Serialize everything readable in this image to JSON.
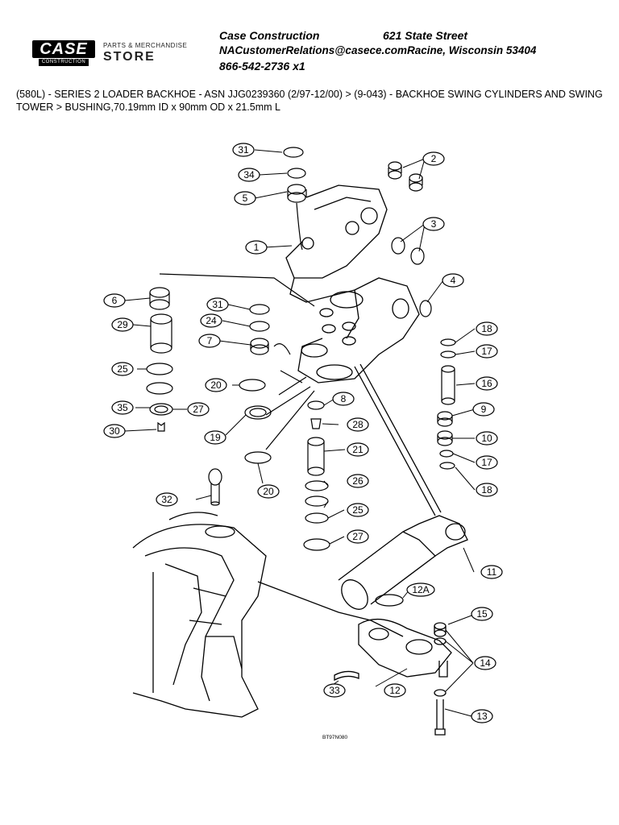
{
  "header": {
    "company": "Case Construction",
    "street": "621 State Street",
    "email_city": "NACustomerRelations@casece.comRacine, Wisconsin 53404",
    "phone": "866-542-2736 x1"
  },
  "logo": {
    "brand": "CASE",
    "brand_sub": "CONSTRUCTION",
    "store_line1": "PARTS & MERCHANDISE",
    "store_line2": "STORE"
  },
  "breadcrumb": "(580L) - SERIES 2 LOADER BACKHOE - ASN JJG0239360 (2/97-12/00) > (9-043) - BACKHOE SWING CYLINDERS AND SWING TOWER > BUSHING,70.19mm ID x 90mm OD x 21.5mm L",
  "diagram": {
    "figure_code": "BT97N080",
    "callouts": [
      "31",
      "34",
      "5",
      "2",
      "3",
      "1",
      "4",
      "6",
      "31",
      "24",
      "7",
      "29",
      "25",
      "35",
      "27",
      "30",
      "20",
      "19",
      "8",
      "28",
      "21",
      "20",
      "26",
      "25",
      "27",
      "18",
      "17",
      "16",
      "9",
      "10",
      "17",
      "18",
      "32",
      "11",
      "12A",
      "15",
      "14",
      "33",
      "12",
      "13"
    ]
  },
  "colors": {
    "ink": "#000000",
    "background": "#ffffff"
  }
}
